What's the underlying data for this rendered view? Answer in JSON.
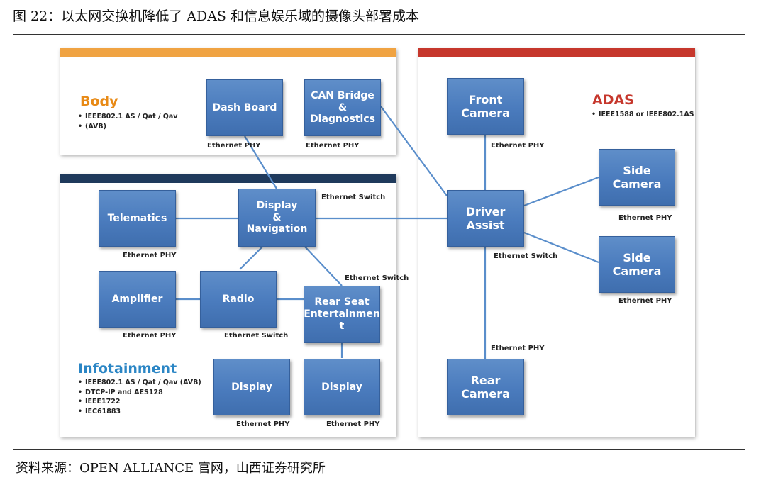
{
  "figure": {
    "title": "图 22：以太网交换机降低了 ADAS 和信息娱乐域的摄像头部署成本",
    "source": "资料来源：OPEN ALLIANCE 官网，山西证券研究所"
  },
  "colors": {
    "body_bar": "#f0a342",
    "body_title": "#e88a16",
    "infotainment_bar": "#1f3a5c",
    "infotainment_title": "#2b86c5",
    "adas_bar": "#c6372c",
    "adas_title": "#c6372c",
    "node_fill": "#4a7bbd",
    "connector": "#5a8ecb"
  },
  "sections": {
    "body": {
      "title": "Body",
      "bullets": [
        "IEEE802.1 AS / Qat / Qav",
        "(AVB)"
      ]
    },
    "infotainment": {
      "title": "Infotainment",
      "bullets": [
        "IEEE802.1 AS / Qat / Qav (AVB)",
        "DTCP-IP and AES128",
        "IEEE1722",
        "IEC61883"
      ]
    },
    "adas": {
      "title": "ADAS",
      "bullets": [
        "IEEE1588 or IEEE802.1AS"
      ]
    }
  },
  "nodes": {
    "dash_board": "Dash Board",
    "can_bridge": "CAN Bridge\n& Diagnostics",
    "display_navigation": "Display\n&\nNavigation",
    "telematics": "Telematics",
    "amplifier": "Amplifier",
    "radio": "Radio",
    "rear_seat": "Rear Seat\nEntertainmen\nt",
    "display_left": "Display",
    "display_right": "Display",
    "front_camera": "Front\nCamera",
    "driver_assist": "Driver\nAssist",
    "side_camera_top": "Side\nCamera",
    "side_camera_bottom": "Side\nCamera",
    "rear_camera": "Rear\nCamera"
  },
  "labels": {
    "dash_phy": "Ethernet PHY",
    "can_phy": "Ethernet PHY",
    "display_nav_switch": "Ethernet Switch",
    "telematics_phy": "Ethernet PHY",
    "rear_seat_switch": "Ethernet Switch",
    "amplifier_phy": "Ethernet PHY",
    "radio_switch": "Ethernet Switch",
    "display_left_phy": "Ethernet PHY",
    "display_right_phy": "Ethernet PHY",
    "front_camera_phy": "Ethernet PHY",
    "side_top_phy": "Ethernet PHY",
    "driver_switch": "Ethernet Switch",
    "side_bottom_phy": "Ethernet PHY",
    "rear_camera_phy": "Ethernet PHY"
  }
}
